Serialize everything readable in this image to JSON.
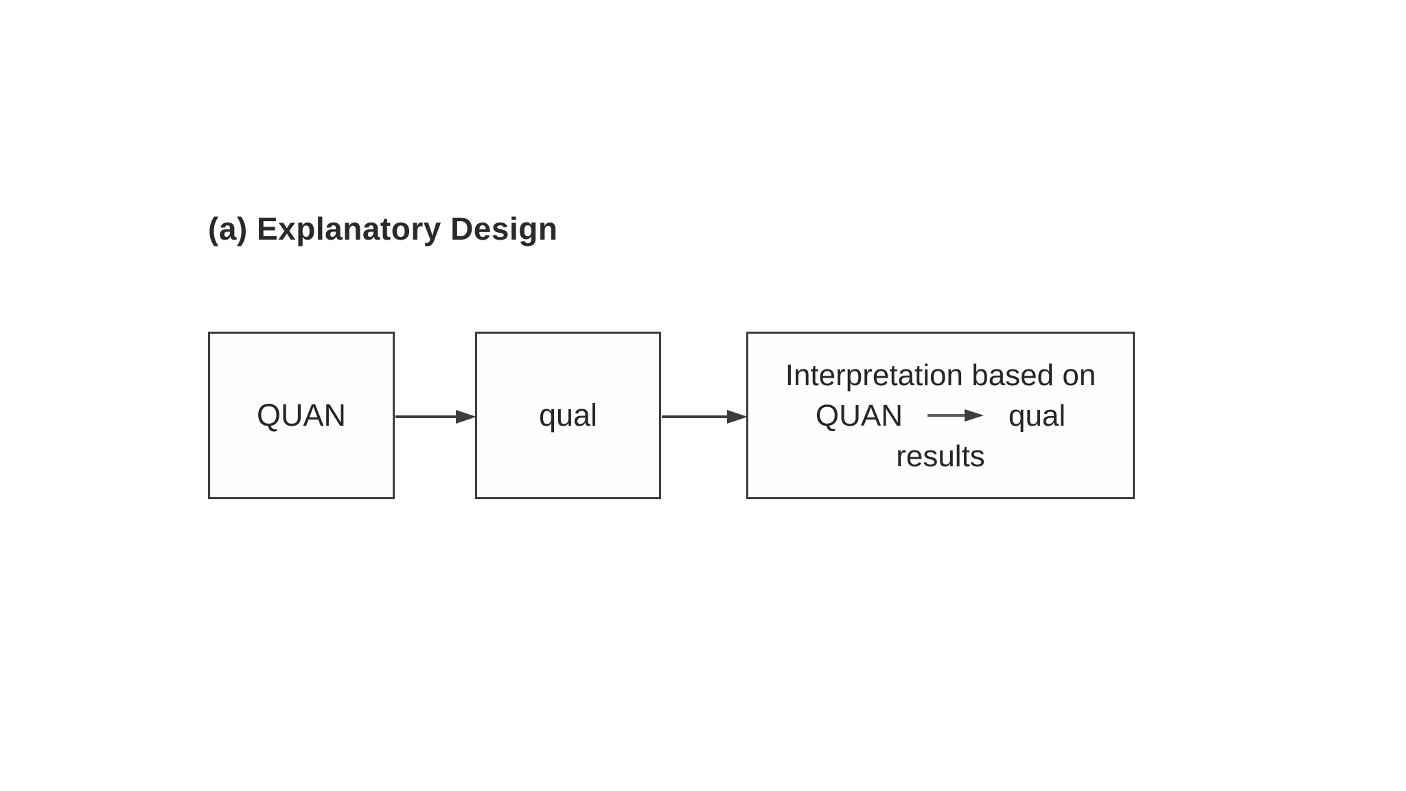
{
  "diagram": {
    "title": "(a) Explanatory Design",
    "boxes": {
      "quan": {
        "label": "QUAN"
      },
      "qual": {
        "label": "qual"
      },
      "interpretation": {
        "line1": "Interpretation based on",
        "line2_left": "QUAN",
        "line2_right": "qual",
        "line3": "results"
      }
    },
    "arrows": {
      "quan_to_qual": "arrow-right",
      "qual_to_interpretation": "arrow-right",
      "inner_quan_to_qual": "arrow-right"
    },
    "colors": {
      "background": "#ffffff",
      "box_border": "#3d3d3d",
      "text": "#262626",
      "arrow": "#3d3d3d",
      "inner_arrow_shaft": "#5f5f5f"
    }
  }
}
